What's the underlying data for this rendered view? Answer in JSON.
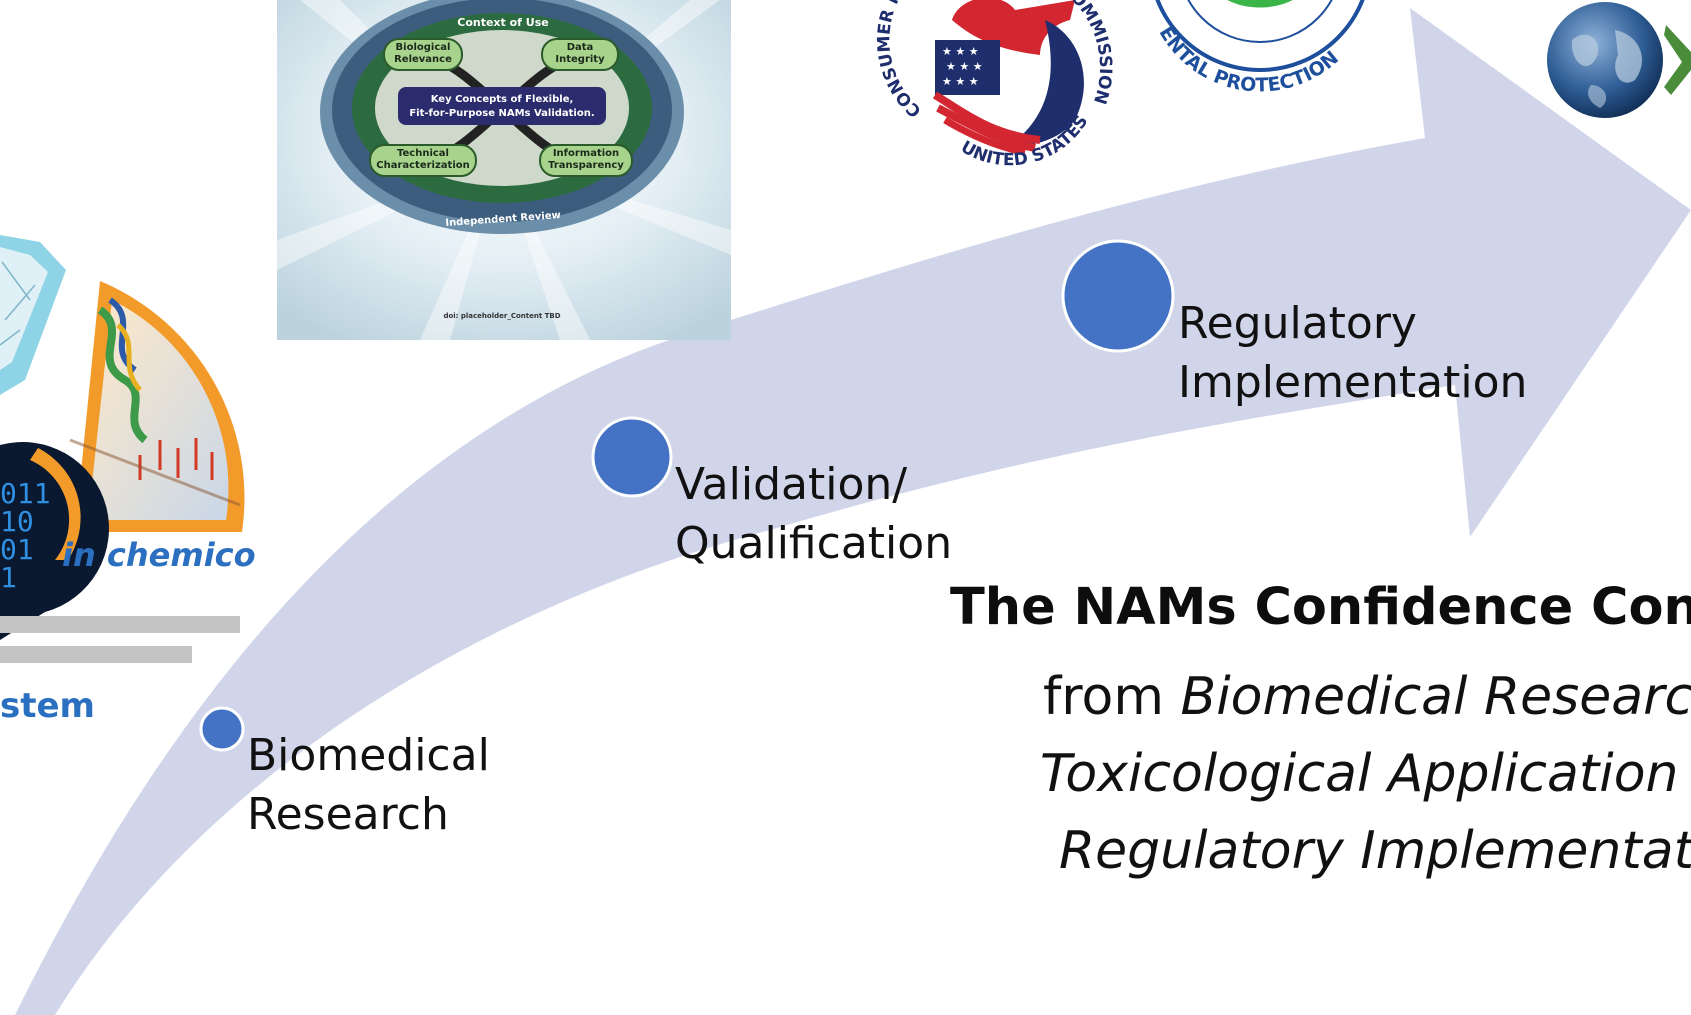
{
  "continuum": {
    "title": "The NAMs Confidence Conti",
    "from_word": "from ",
    "line1_italic": "Biomedical Researc",
    "line2_italic": "Toxicological Application",
    "line3_italic": "Regulatory Implementati",
    "arrow_color": "#d0d5ea",
    "milestone_color": "#4472c4"
  },
  "milestones": [
    {
      "label": "Biomedical\nResearch"
    },
    {
      "label": "Validation/\nQualification"
    },
    {
      "label": "Regulatory\nImplementation"
    }
  ],
  "nams_figure": {
    "context": "Context of Use",
    "bio": "Biological Relevance",
    "data": "Data Integrity",
    "center1": "Key Concepts of Flexible,",
    "center2": "Fit-for-Purpose NAMs Validation.",
    "tech": "Technical Characterization",
    "info": "Information Transparency",
    "review": "Independent Review",
    "doi": "doi: placeholder_Content TBD"
  },
  "left_figure": {
    "in_chemico": "in chemico",
    "stem": "stem",
    "binary": [
      "011",
      "10",
      "01",
      "1"
    ]
  },
  "seals": {
    "cpsc_top": "CONSUMER P",
    "cpsc_right": "COMMISSION",
    "cpsc_bottom": "UNITED STATES",
    "epa": "ENTAL PROTECTION"
  }
}
